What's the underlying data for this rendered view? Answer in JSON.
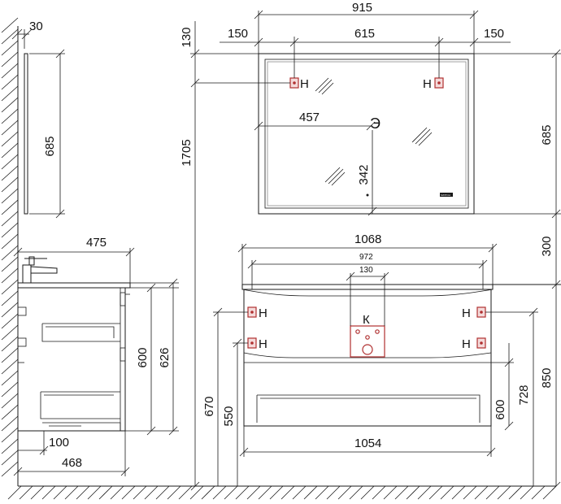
{
  "side_view": {
    "mirror_thickness": "30",
    "mirror_height": "685",
    "cabinet_depth_top": "475",
    "cabinet_height_body": "600",
    "cabinet_height_total": "626",
    "plinth_gap": "100",
    "cabinet_depth_bottom": "468"
  },
  "mirror_view": {
    "total_width": "915",
    "left_offset": "150",
    "mount_spacing": "615",
    "right_offset": "150",
    "top_offset": "130",
    "socket_offset_x": "457",
    "socket_height": "342",
    "height": "685",
    "overall_height": "1705",
    "socket_symbol": "Э",
    "mount_label_left": "H",
    "mount_label_right": "H",
    "button_label": "SWITCH"
  },
  "cabinet_view": {
    "countertop_width": "1068",
    "inner_width": "972",
    "drain_width": "130",
    "gap_to_mirror": "300",
    "body_width": "1054",
    "mount_height_top": "670",
    "mount_height_bottom": "550",
    "drawer_height": "600",
    "mount_height_right": "728",
    "overall_height": "850",
    "mount_label": "H",
    "connection_label": "К"
  },
  "colors": {
    "line": "#1a1a1a",
    "mount_marker": "#b03030"
  }
}
